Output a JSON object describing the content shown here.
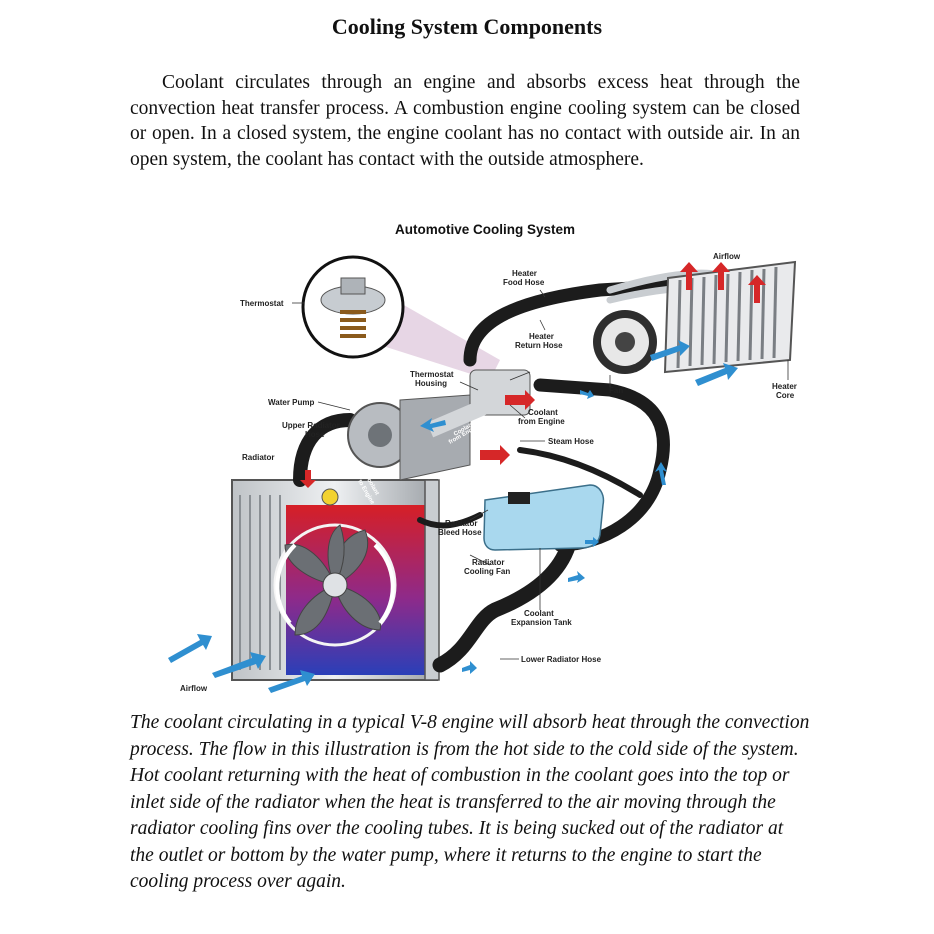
{
  "page": {
    "title": "Cooling System Components",
    "intro": "Coolant circulates through an engine and absorbs excess heat through the convection heat transfer process. A combustion engine cooling system can be closed or open. In a closed system, the engine coolant has no contact with outside air. In an open system, the coolant has contact with the outside atmosphere.",
    "caption": "The coolant circulating in a typical V-8 engine will absorb heat through the convection process. The flow in this illustration is from the hot side to the cold side of the system. Hot coolant returning with the heat of combustion in the coolant goes into the top or inlet side of the radiator when the heat is transferred to the air moving through the radiator cooling fins over the cooling tubes. It is being sucked out of the radiator at the outlet or bottom by the water pump, where it returns to the engine to start the cooling process over again."
  },
  "figure": {
    "title": "Automotive Cooling System",
    "labels": {
      "thermostat": "Thermostat",
      "water_pump": "Water Pump",
      "upper_radiator_hose_1": "Upper Radiator",
      "upper_radiator_hose_2": "Hose",
      "radiator": "Radiator",
      "airflow_left": "Airflow",
      "thermostat_housing_1": "Thermostat",
      "thermostat_housing_2": "Housing",
      "heater_feed_hose_1": "Heater",
      "heater_feed_hose_2": "Food Hose",
      "heater_return_hose_1": "Heater",
      "heater_return_hose_2": "Return Hose",
      "airflow_top": "Airflow",
      "fan": "Fan",
      "heater_core_1": "Heater",
      "heater_core_2": "Core",
      "coolant_from_engine_1": "Coolant",
      "coolant_from_engine_2": "from Engine",
      "steam_hose": "Steam Hose",
      "radiator_bleed_hose_1": "Radiator",
      "radiator_bleed_hose_2": "Bleed Hose",
      "radiator_cooling_fan_1": "Radiator",
      "radiator_cooling_fan_2": "Cooling Fan",
      "coolant_expansion_tank_1": "Coolant",
      "coolant_expansion_tank_2": "Expansion Tank",
      "lower_radiator_hose": "Lower Radiator Hose",
      "coolant_from_engine_small_1": "Coolant",
      "coolant_from_engine_small_2": "from Engine",
      "coolant_to_engine_1": "Coolant",
      "coolant_to_engine_2": "to Engine"
    },
    "colors": {
      "hot": "#d62728",
      "cold": "#2f8fd0",
      "hose": "#1c1c1c",
      "tank": "#a9d8ee"
    }
  }
}
